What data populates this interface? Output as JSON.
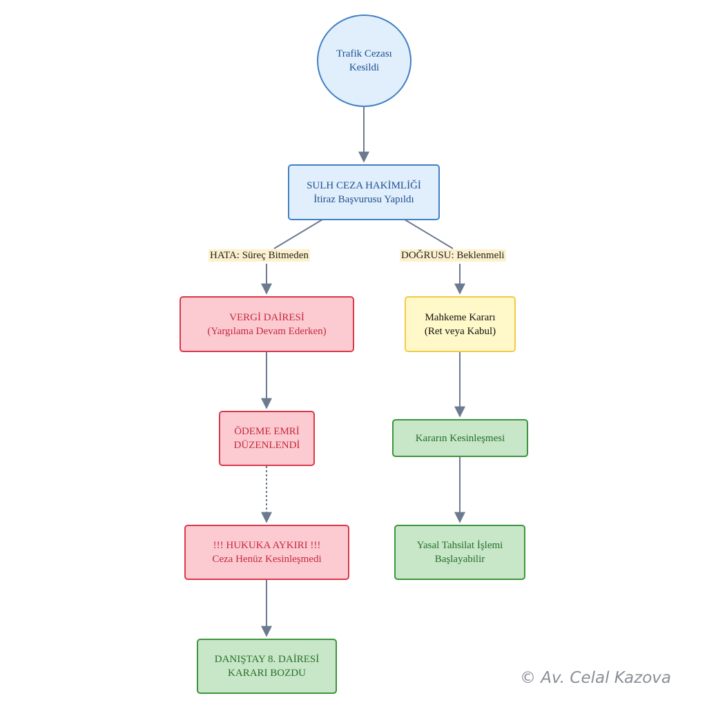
{
  "nodes": {
    "start": {
      "line1": "Trafik Cezası",
      "line2": "Kesildi"
    },
    "court": {
      "line1": "SULH CEZA HAKİMLİĞİ",
      "line2": "İtiraz Başvurusu Yapıldı"
    },
    "tax_office": {
      "line1": "VERGİ DAİRESİ",
      "line2": "(Yargılama Devam Ederken)"
    },
    "payment_order": {
      "line1": "ÖDEME EMRİ",
      "line2": "DÜZENLENDİ"
    },
    "unlawful": {
      "line1": "!!! HUKUKA AYKIRI !!!",
      "line2": "Ceza Henüz Kesinleşmedi"
    },
    "council_of_state": {
      "line1": "DANIŞTAY 8. DAİRESİ",
      "line2": "KARARI BOZDU"
    },
    "court_decision": {
      "line1": "Mahkeme Kararı",
      "line2": "(Ret veya Kabul)"
    },
    "finalization": {
      "line1": "Kararın Kesinleşmesi"
    },
    "collection": {
      "line1": "Yasal Tahsilat İşlemi",
      "line2": "Başlayabilir"
    }
  },
  "edge_labels": {
    "wrong": "HATA: Süreç Bitmeden",
    "right": "DOĞRUSU: Beklenmeli"
  },
  "copyright": "© Av. Celal Kazova",
  "colors": {
    "edge": "#6b7a8f",
    "blue_fill": "#e1effc",
    "red_fill": "#fccbd1",
    "yellow_fill": "#fff8c8",
    "green_fill": "#c8e6c8"
  }
}
